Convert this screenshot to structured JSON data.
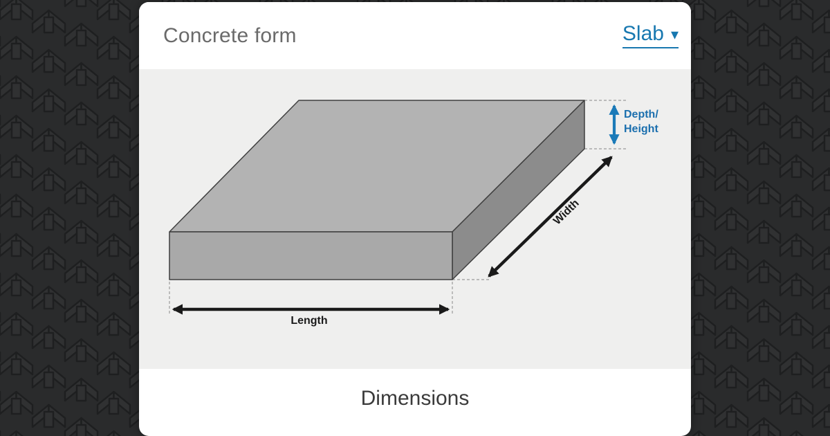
{
  "header": {
    "title": "Concrete form",
    "form_selector": {
      "label": "Slab",
      "caret": "▾"
    }
  },
  "diagram": {
    "labels": {
      "depth_line1": "Depth/",
      "depth_line2": "Height",
      "width": "Width",
      "length": "Length"
    },
    "colors": {
      "accent_blue": "#1b7ab8",
      "label_blue": "#1b6fae",
      "slab_top": "#b3b3b3",
      "slab_front": "#a9a9a9",
      "slab_side": "#8c8c8c",
      "outline": "#3f3f3f",
      "canvas_bg": "#efefee",
      "arrow_black": "#1a1a1a",
      "dashed_gray": "#9a9a9a"
    }
  },
  "section": {
    "heading": "Dimensions"
  }
}
